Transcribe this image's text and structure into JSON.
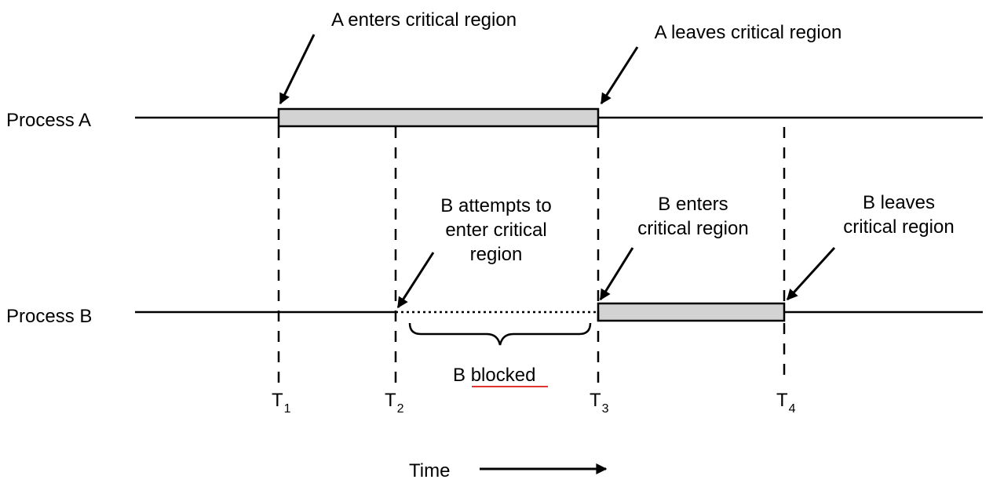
{
  "processes": {
    "a": {
      "label": "Process A"
    },
    "b": {
      "label": "Process B"
    }
  },
  "annotations": {
    "a_enters": "A enters critical region",
    "a_leaves": "A leaves critical region",
    "b_attempts": [
      "B attempts to",
      "enter critical",
      "region"
    ],
    "b_enters": [
      "B enters",
      "critical region"
    ],
    "b_leaves": [
      "B leaves",
      "critical region"
    ],
    "b_blocked": {
      "prefix": "B",
      "word": "blocked"
    }
  },
  "time_markers": [
    {
      "letter": "T",
      "sub": "1"
    },
    {
      "letter": "T",
      "sub": "2"
    },
    {
      "letter": "T",
      "sub": "3"
    },
    {
      "letter": "T",
      "sub": "4"
    }
  ],
  "time_axis": {
    "label": "Time"
  },
  "colors": {
    "critical_region_fill": "#d3d3d3",
    "line": "#000000",
    "underline": "#e0322e"
  }
}
